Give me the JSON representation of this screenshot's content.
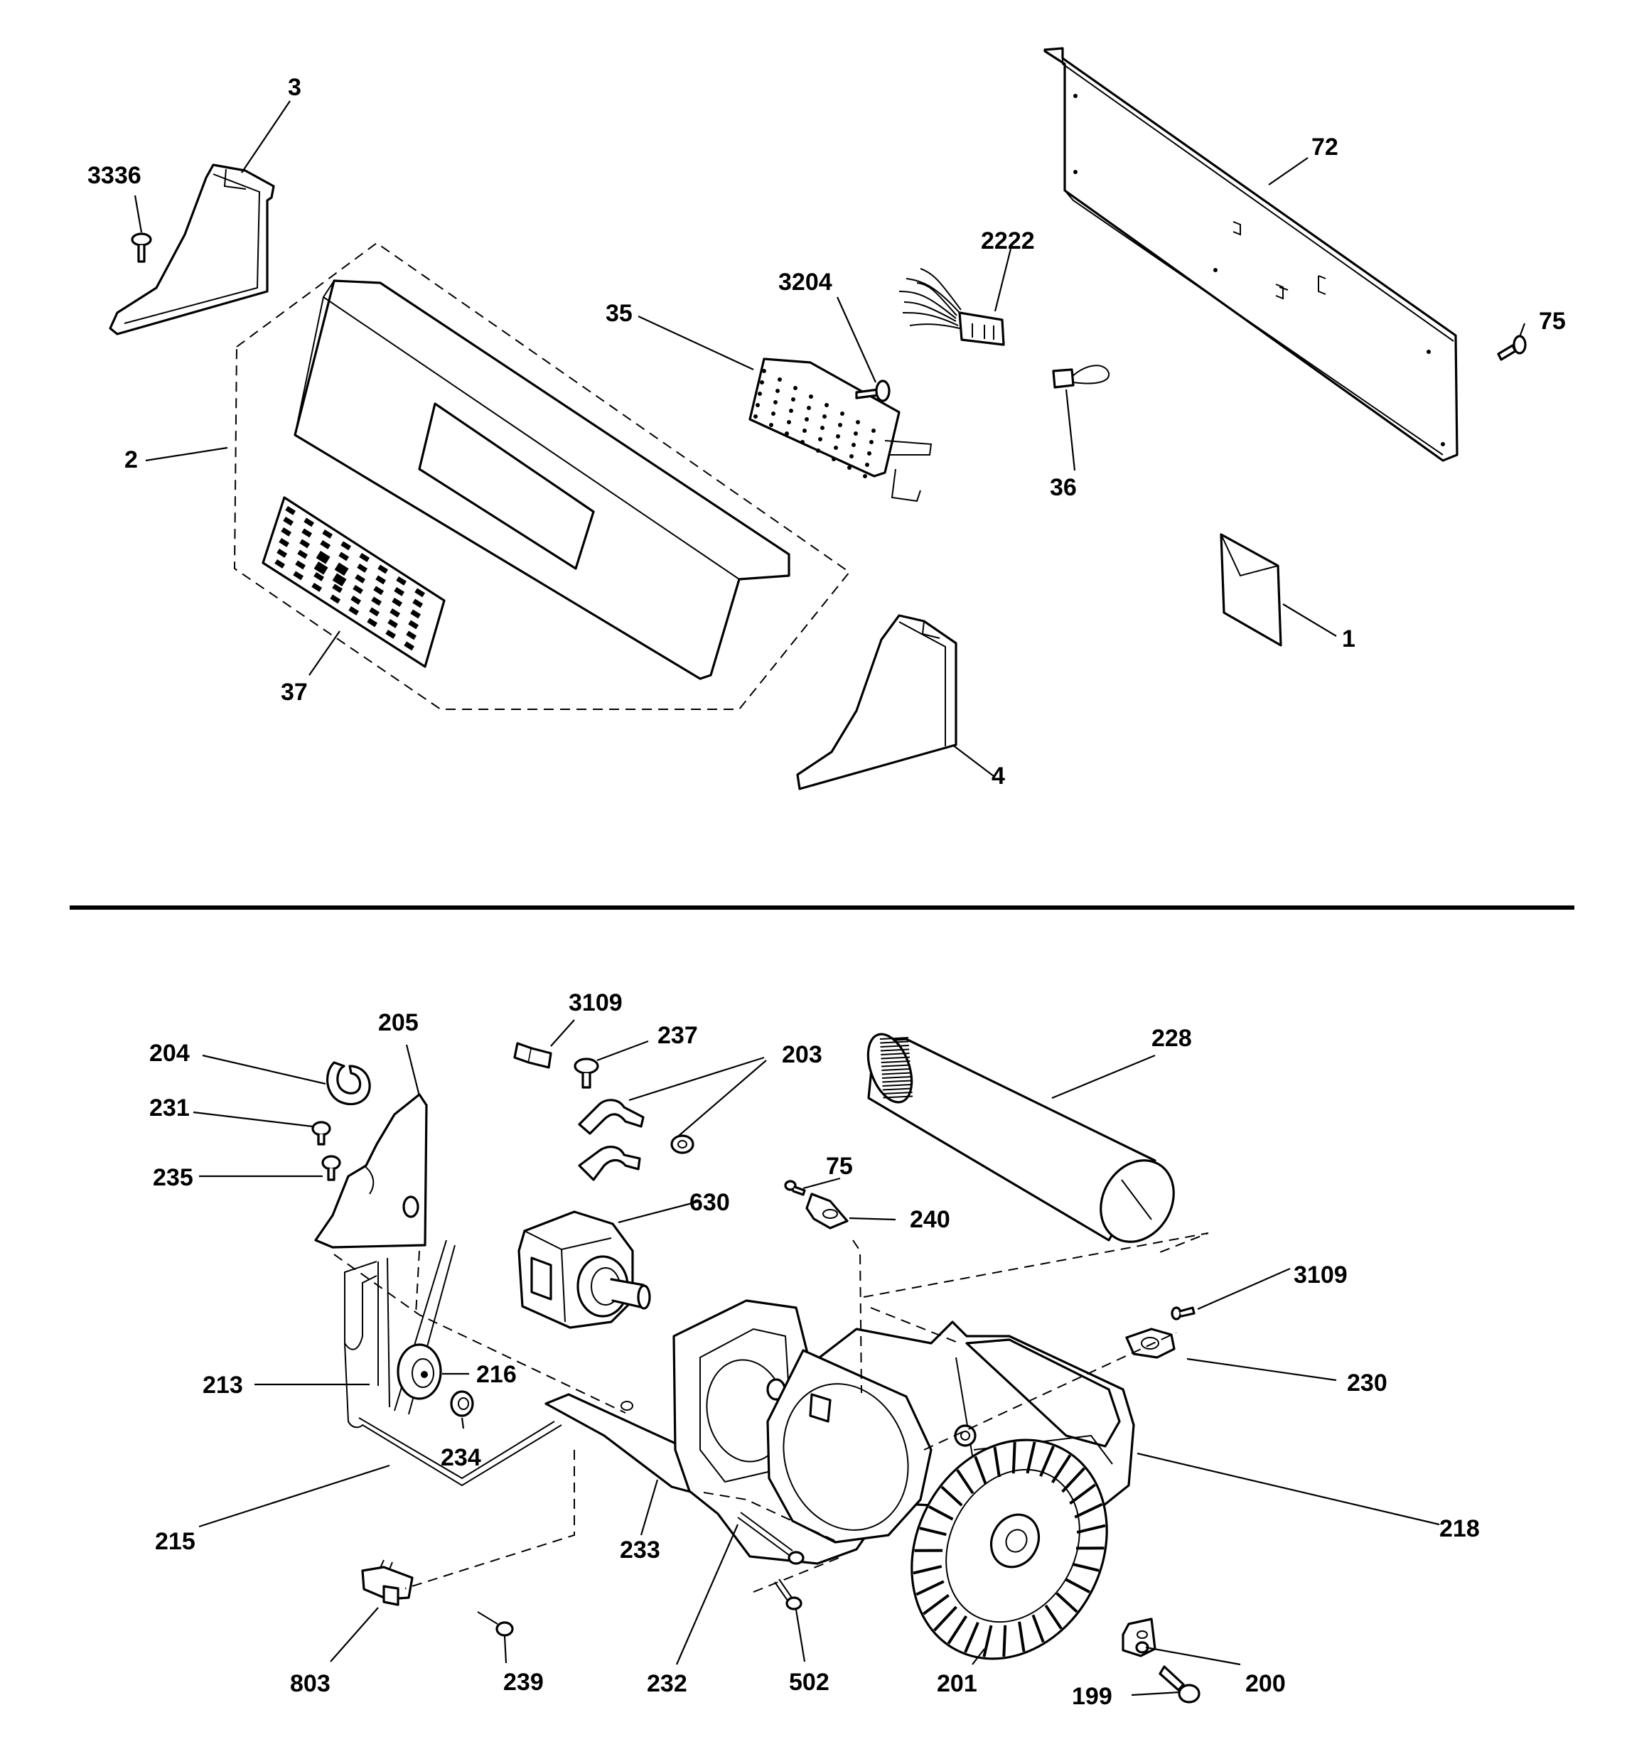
{
  "diagram": {
    "callouts": {
      "c1": "1",
      "c2": "2",
      "c3": "3",
      "c4": "4",
      "c35": "35",
      "c36": "36",
      "c37": "37",
      "c72": "72",
      "c75a": "75",
      "c2222": "2222",
      "c3204": "3204",
      "c3336": "3336",
      "c199": "199",
      "c200": "200",
      "c201": "201",
      "c203": "203",
      "c204": "204",
      "c205": "205",
      "c213": "213",
      "c215": "215",
      "c216": "216",
      "c218": "218",
      "c228": "228",
      "c230": "230",
      "c231": "231",
      "c232": "232",
      "c233": "233",
      "c234": "234",
      "c235": "235",
      "c237": "237",
      "c239": "239",
      "c240": "240",
      "c502": "502",
      "c630": "630",
      "c803": "803",
      "c3109a": "3109",
      "c3109b": "3109",
      "c75b": "75"
    }
  }
}
